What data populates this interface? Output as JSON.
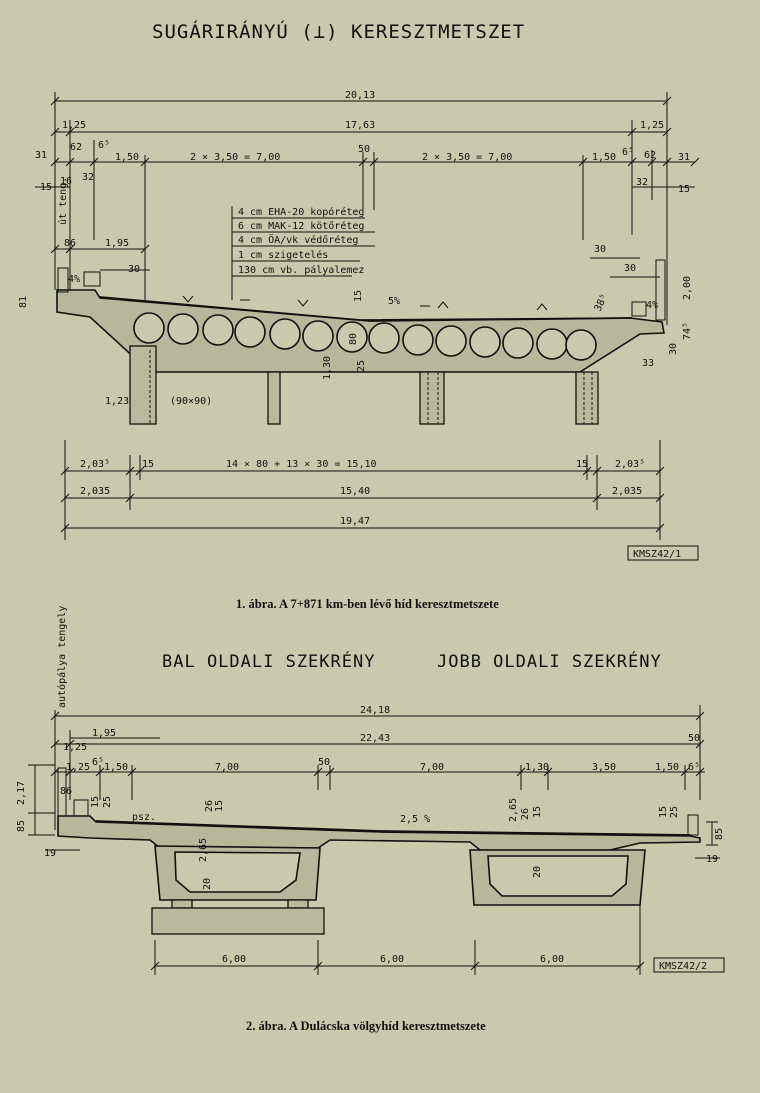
{
  "title1": "SUGÁRIRÁNYÚ (⊥) KERESZTMETSZET",
  "caption1": "1. ábra. A 7+871 km-ben lévő híd keresztmetszete",
  "caption2": "2. ábra. A Dulácska völgyhíd keresztmetszete",
  "code1": "KMSZ42/1",
  "code2": "KMSZ42/2",
  "left_box_title": "BAL OLDALI SZEKRÉNY",
  "right_box_title": "JOBB OLDALI SZEKRÉNY",
  "label_ut_tengely": "út teng.",
  "label_autopalya_tengely": "autópálya tengely",
  "layers": [
    "4 cm EHA-20 kopóréteg",
    "6 cm MAK-12 kötőréteg",
    "4 cm ÖA/vk védőréteg",
    "1 cm szigetelés",
    "130 cm vb. pályalemez"
  ],
  "slope1": "5%",
  "slope2": "2,5 %",
  "pier_size": "(90×90)",
  "psz": "psz.",
  "fig1_dims": {
    "total_top": "20,13",
    "w125": "1,25",
    "w1763": "17,63",
    "w31": "31",
    "w62": "62",
    "w65": "6⁵",
    "w150": "1,50",
    "lanes": "2 × 3,50 = 7,00",
    "w50": "50",
    "w32": "32",
    "w15": "15",
    "w16": "16",
    "w86": "86",
    "w195": "1,95",
    "w30": "30",
    "w4pct": "4%",
    "w81": "81",
    "w385": "38⁵",
    "w200": "2,00",
    "w745": "74⁵",
    "w33": "33",
    "w80": "80",
    "w25": "25",
    "w130": "1,30",
    "w123": "1,23",
    "w2035s": "2,03⁵",
    "voids": "14 × 80 + 13 × 30 = 15,10",
    "w2035": "2,035",
    "w1540": "15,40",
    "w1947": "19,47"
  },
  "fig2_dims": {
    "total": "24,18",
    "w2243": "22,43",
    "w195": "1,95",
    "w125": "1,25",
    "w50": "50",
    "w65": "6⁵",
    "w150": "1,50",
    "w700": "7,00",
    "w130": "1,30",
    "w350": "3,50",
    "w217": "2,17",
    "w85": "85",
    "w86": "86",
    "w15": "15",
    "w25": "25",
    "w19": "19",
    "w265": "2,65",
    "w20": "20",
    "w600": "6,00"
  }
}
